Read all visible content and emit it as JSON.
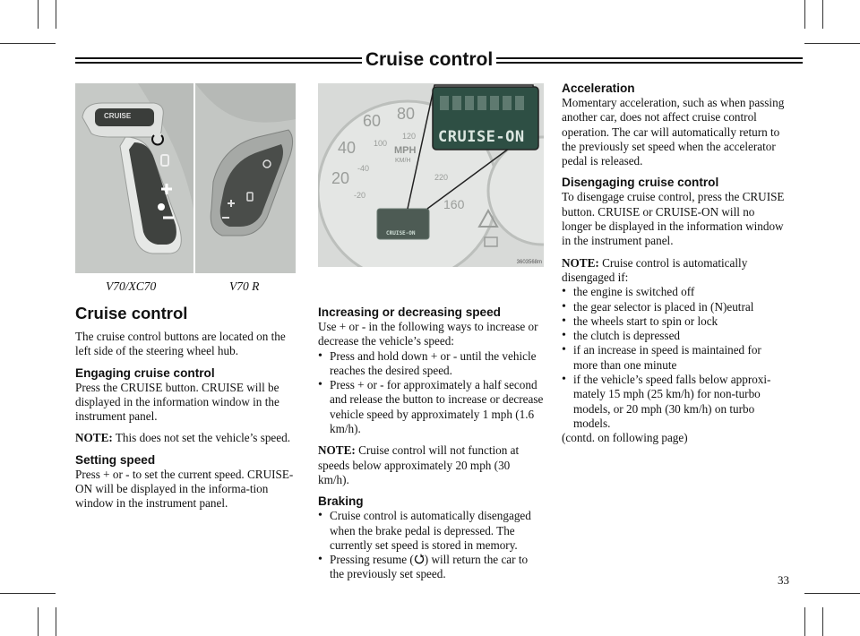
{
  "header": {
    "title": "Cruise control"
  },
  "images": {
    "left_caption_1": "V70/XC70",
    "left_caption_2": "V70 R",
    "button_cruise": "CRUISE",
    "dash_display": "CRUISE-ON",
    "dash_display_small": "CRUISE-ON",
    "gauge_unit": "MPH",
    "gauge_unit_2": "KM/H",
    "image_code": "3603568m"
  },
  "col1": {
    "heading": "Cruise control",
    "intro": "The cruise control buttons are located on the left side of the steering wheel hub.",
    "engaging_heading": "Engaging cruise control",
    "engaging_text": "Press the CRUISE button. CRUISE will be displayed in the information window in the instrument panel.",
    "note_label": "NOTE:",
    "note_text": " This does not set the vehicle’s speed.",
    "setting_heading": "Setting speed",
    "setting_text": "Press  +  or  -  to set the current speed. CRUISE-ON will be displayed in the informa-tion window in the instrument panel."
  },
  "col2": {
    "increasing_heading": "Increasing or decreasing speed",
    "increasing_text": "Use + or - in the following ways to increase or decrease the vehicle’s speed:",
    "increasing_bullets": [
      "Press and hold down + or - until the vehicle reaches the desired speed.",
      "Press + or - for approximately a half second and release the button to increase or decrease vehicle speed by approximately 1 mph (1.6 km/h)."
    ],
    "note_label": "NOTE:",
    "note_text": " Cruise control will not function at speeds below approximately 20 mph (30 km/h).",
    "braking_heading": "Braking",
    "braking_bullet_1": "Cruise control is automatically disengaged when the brake pedal is depressed. The currently set speed is stored in memory.",
    "braking_bullet_2_a": "Pressing resume (",
    "braking_bullet_2_b": ") will return the car to the previously set speed."
  },
  "col3": {
    "acceleration_heading": "Acceleration",
    "acceleration_text": "Momentary acceleration, such as when passing another car, does not affect cruise control operation. The car will automatically return to the previously set speed when the accelerator pedal is released.",
    "disengaging_heading": "Disengaging cruise control",
    "disengaging_text": "To disengage cruise control, press the CRUISE button. CRUISE or CRUISE-ON will no longer be displayed in the information window in the instrument panel.",
    "note_label": "NOTE:",
    "note_text": " Cruise control is automatically disengaged if:",
    "bullets": [
      "the engine is switched off",
      "the gear selector is placed in (N)eutral",
      "the wheels start to spin or lock",
      "the clutch is depressed",
      "if an increase in speed is maintained for more than one minute",
      "if the vehicle’s speed falls below approxi-mately 15 mph (25 km/h) for non-turbo models, or 20 mph (30 km/h) on turbo models."
    ],
    "contd": "(contd. on following page)"
  },
  "page_number": "33"
}
